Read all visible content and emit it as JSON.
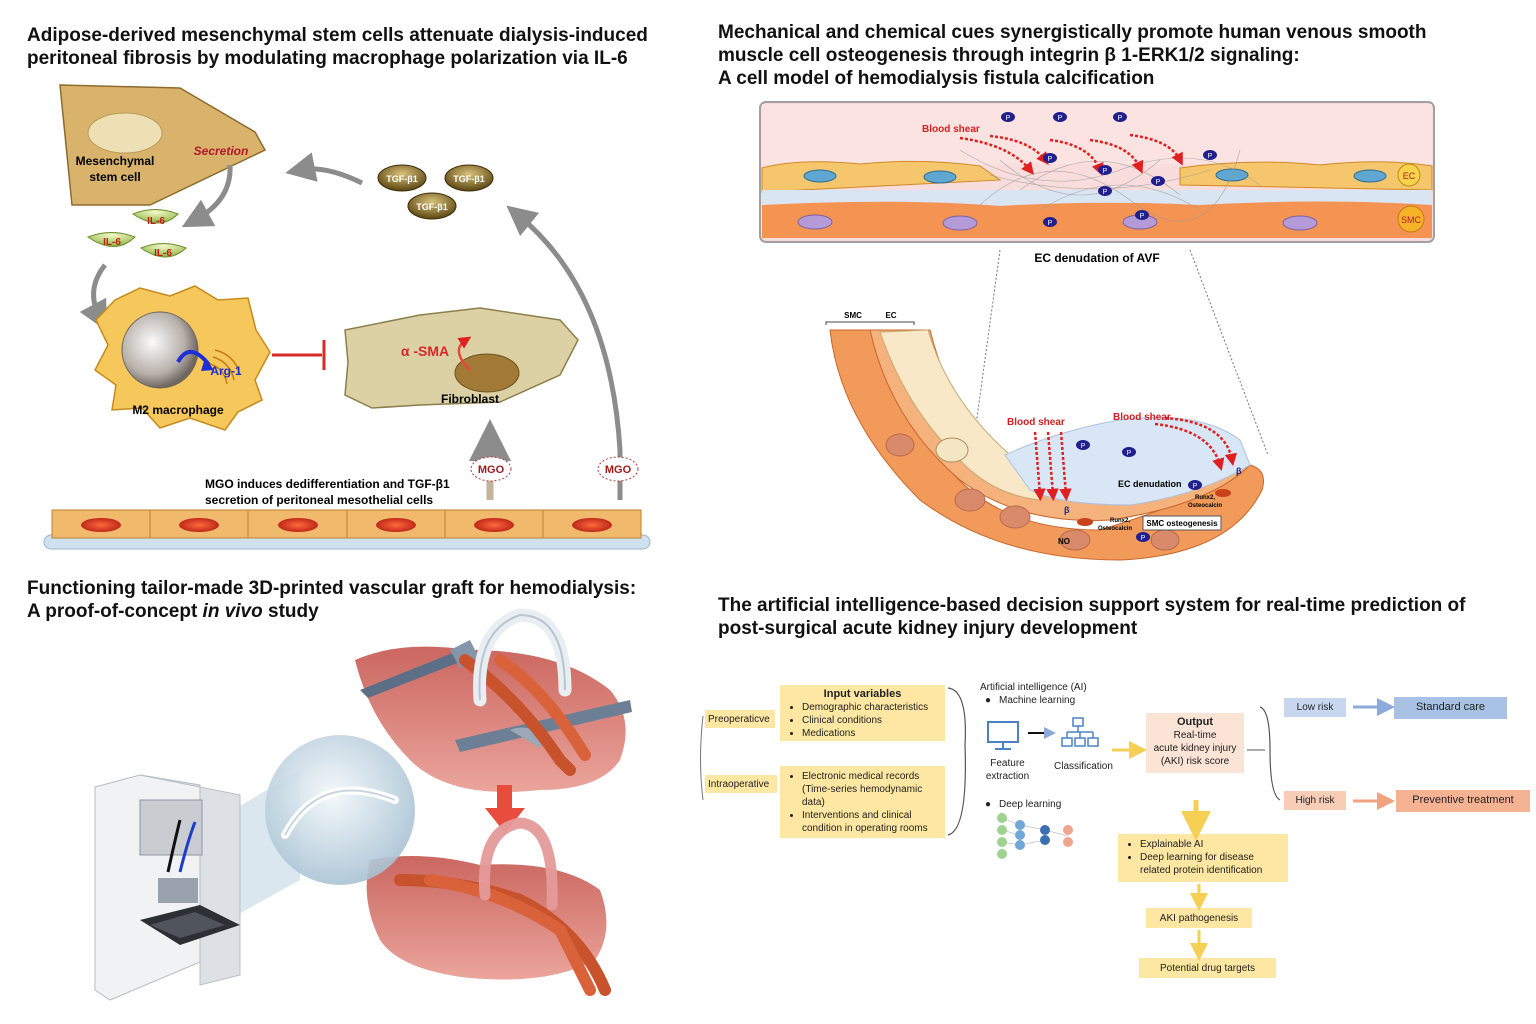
{
  "panel_a": {
    "title_line1": "Adipose-derived mesenchymal stem cells attenuate dialysis-induced",
    "title_line2": "peritoneal fibrosis by modulating macrophage polarization via IL-6",
    "msc_line1": "Mesenchymal",
    "msc_line2": "stem cell",
    "secretion": "Secretion",
    "il6": "IL-6",
    "tgf": "TGF-β1",
    "arg1": "Arg-1",
    "m2": "M2 macrophage",
    "asma": "α -SMA",
    "fibroblast": "Fibroblast",
    "mgo": "MGO",
    "mgo_text_line1": "MGO induces dedifferentiation and TGF-β1",
    "mgo_text_line2": "secretion of peritoneal mesothelial cells"
  },
  "panel_b": {
    "title_line1": "Mechanical and chemical cues synergistically promote human venous smooth",
    "title_line2": "muscle cell osteogenesis through integrin β 1-ERK1/2 signaling:",
    "title_line3": "A cell model of hemodialysis fistula calcification",
    "blood_shear": "Blood shear",
    "p": "P",
    "ec": "EC",
    "smc": "SMC",
    "ec_denudation_avf": "EC denudation of AVF",
    "ec_denudation": "EC denudation",
    "smc_osteogenesis": "SMC osteogenesis",
    "runx2": "Runx2,",
    "osteocalcin": "Osteocalcin",
    "no": "NO",
    "beta": "β"
  },
  "panel_c": {
    "title_line1": "Functioning tailor-made 3D-printed vascular graft for hemodialysis:",
    "title_line2_a": "A proof-of-concept ",
    "title_line2_b": "in vivo",
    "title_line2_c": " study"
  },
  "panel_d": {
    "title_line1": "The artificial intelligence-based decision support system for real-time prediction of",
    "title_line2": "post-surgical acute kidney injury development",
    "preoperative": "Preoperaticve",
    "intraoperative": "Intraoperative",
    "input_variables": "Input variables",
    "input_items": [
      "Demographic characteristics",
      "Clinical conditions",
      "Medications"
    ],
    "intra_items": [
      "Electronic medical records (Time-series hemodynamic data)",
      "Interventions and clinical condition in operating rooms"
    ],
    "ai_title": "Artificial intelligence (AI)",
    "machine_learning": "Machine learning",
    "feature_line1": "Feature",
    "feature_line2": "extraction",
    "classification": "Classification",
    "deep_learning": "Deep learning",
    "output_title": "Output",
    "output_lines": [
      "Real-time",
      "acute kidney injury",
      "(AKI) risk score"
    ],
    "low_risk": "Low risk",
    "high_risk": "High risk",
    "standard_care": "Standard care",
    "preventive_treatment": "Preventive treatment",
    "xai_items": [
      "Explainable AI",
      "Deep learning for disease related protein identification"
    ],
    "aki_pathogenesis": "AKI pathogenesis",
    "drug_targets": "Potential drug targets"
  }
}
